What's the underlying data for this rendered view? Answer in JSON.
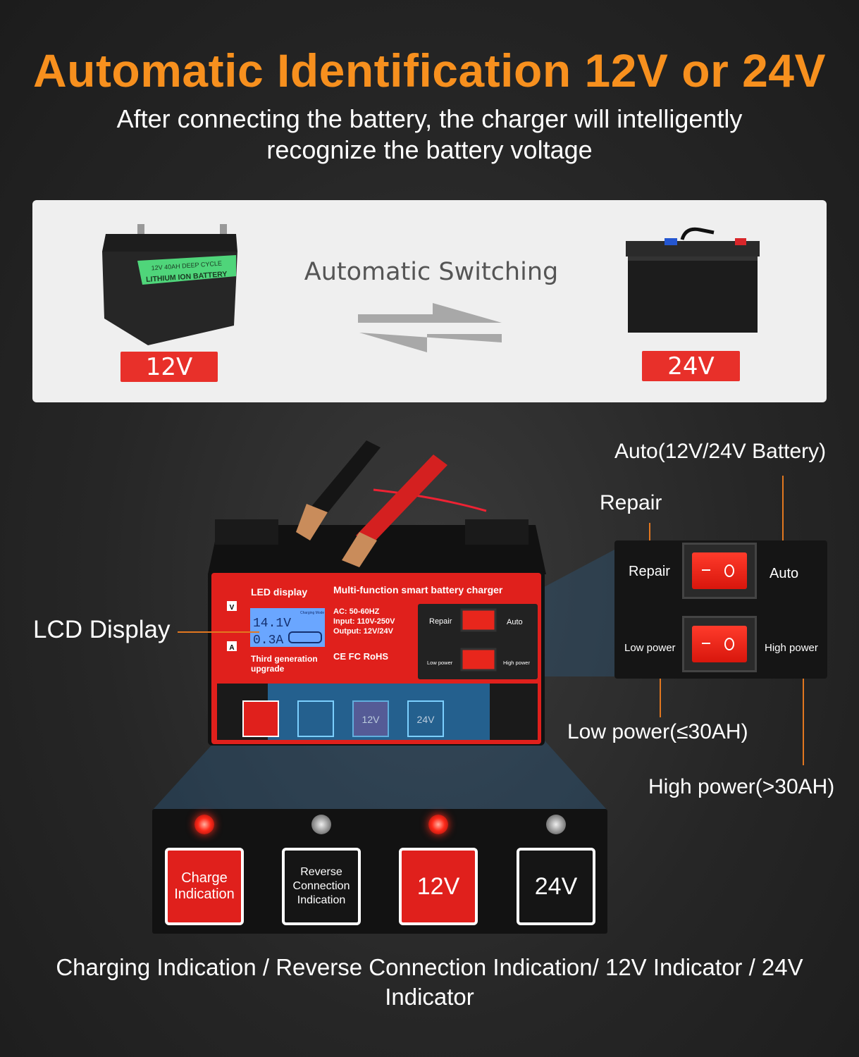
{
  "header": {
    "title": "Automatic Identification 12V or 24V",
    "subtitle_line1": "After connecting the battery, the charger will intelligently",
    "subtitle_line2": "recognize the battery voltage"
  },
  "switching_panel": {
    "center_label": "Automatic Switching",
    "left_battery": {
      "label": "12V",
      "print_line1": "12V 40AH DEEP CYCLE",
      "print_line2": "LITHIUM ION BATTERY"
    },
    "right_battery": {
      "label": "24V"
    }
  },
  "charger": {
    "led_label": "LED display",
    "product_name": "Multi-function smart battery charger",
    "lcd_voltage": "14.1V",
    "lcd_current": "0.3A",
    "lcd_mode": "Charging Mode",
    "spec_ac": "AC: 50-60HZ",
    "spec_input": "Input: 110V-250V",
    "spec_output": "Output: 12V/24V",
    "certifications": "CE FC RoHS",
    "upgrade_line1": "Third generation",
    "upgrade_line2": "upgrade",
    "v_tag": "V",
    "a_tag": "A",
    "switch_repair": "Repair",
    "switch_auto": "Auto",
    "switch_low": "Low power",
    "switch_high": "High power",
    "ind_charge": "Charge Indication",
    "ind_reverse": "Reverse Connection Indication",
    "ind_12v": "12V",
    "ind_24v": "24V"
  },
  "callouts": {
    "lcd_display": "LCD Display",
    "auto": "Auto(12V/24V Battery)",
    "repair": "Repair",
    "low_power": "Low power(≤30AH)",
    "high_power": "High power(>30AH)"
  },
  "switch_panel": {
    "repair": "Repair",
    "auto": "Auto",
    "low_power": "Low power",
    "high_power": "High power"
  },
  "indicators": [
    {
      "label_line1": "Charge",
      "label_line2": "Indication",
      "label_line3": "",
      "lit": true
    },
    {
      "label_line1": "Reverse",
      "label_line2": "Connection",
      "label_line3": "Indication",
      "lit": false
    },
    {
      "label_line1": "12V",
      "label_line2": "",
      "label_line3": "",
      "lit": true
    },
    {
      "label_line1": "24V",
      "label_line2": "",
      "label_line3": "",
      "lit": false
    }
  ],
  "footer": {
    "caption": "Charging Indication / Reverse Connection Indication/ 12V Indicator / 24V Indicator"
  },
  "colors": {
    "accent_orange": "#f7901e",
    "label_red": "#e8302a",
    "charger_red": "#e0201c"
  }
}
